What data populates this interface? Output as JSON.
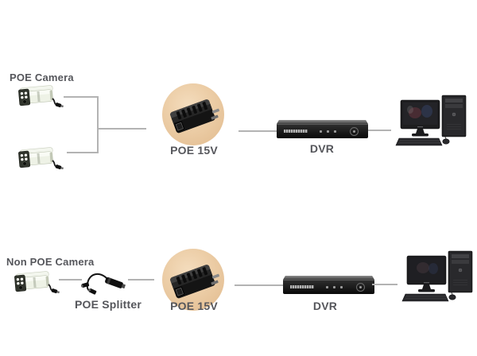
{
  "diagram": {
    "type": "poe-surveillance-wiring-diagram",
    "colors": {
      "background": "#ffffff",
      "connector_line": "#b3b3b3",
      "label_text": "#55565b",
      "injector_circle": "#e9c7a0"
    },
    "top_row": {
      "camera_label": "POE Camera",
      "camera_count": 2,
      "injector_label": "POE 15V",
      "dvr_label": "DVR",
      "icons": [
        "poe-camera-icon",
        "poe-injector-icon",
        "dvr-icon",
        "desktop-computer-icon"
      ]
    },
    "bottom_row": {
      "camera_label": "Non POE Camera",
      "camera_count": 1,
      "splitter_label": "POE Splitter",
      "injector_label": "POE 15V",
      "dvr_label": "DVR",
      "icons": [
        "camera-icon",
        "poe-splitter-icon",
        "poe-injector-icon",
        "dvr-icon",
        "desktop-computer-icon"
      ]
    }
  }
}
